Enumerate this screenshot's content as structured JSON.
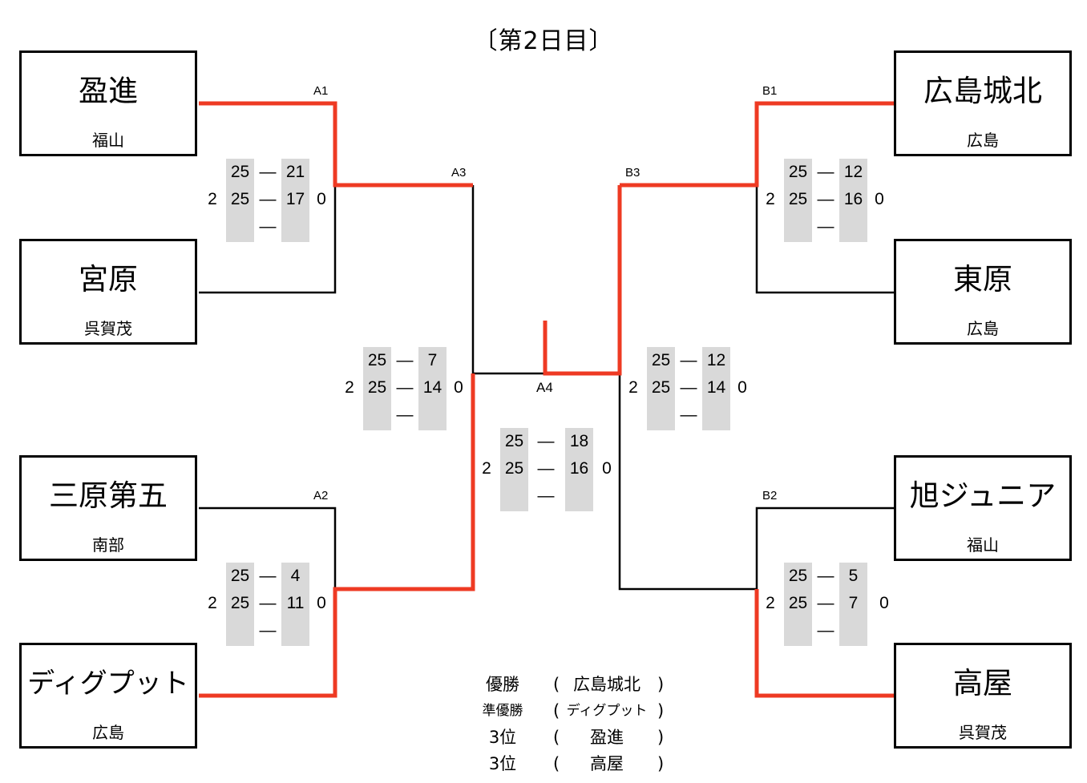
{
  "title": "〔第2日目〕",
  "colors": {
    "winner_line": "#ee3a23",
    "line": "#000000",
    "score_bg": "#d9d9d9"
  },
  "teams": {
    "A_top": {
      "name": "盈進",
      "region": "福山"
    },
    "A_bottom1": {
      "name": "宮原",
      "region": "呉賀茂"
    },
    "A_top2": {
      "name": "三原第五",
      "region": "南部"
    },
    "A_bottom2": {
      "name": "ディグプット",
      "region": "広島"
    },
    "B_top": {
      "name": "広島城北",
      "region": "広島"
    },
    "B_bottom1": {
      "name": "東原",
      "region": "広島"
    },
    "B_top2": {
      "name": "旭ジュニア",
      "region": "福山"
    },
    "B_bottom2": {
      "name": "高屋",
      "region": "呉賀茂"
    }
  },
  "matches": {
    "A1": {
      "label": "A1",
      "win_sets": "2",
      "loss_sets": "0",
      "sets": [
        [
          "25",
          "—",
          "21"
        ],
        [
          "25",
          "—",
          "17"
        ],
        [
          "",
          "—",
          ""
        ]
      ]
    },
    "A2": {
      "label": "A2",
      "win_sets": "2",
      "loss_sets": "0",
      "sets": [
        [
          "25",
          "—",
          "4"
        ],
        [
          "25",
          "—",
          "11"
        ],
        [
          "",
          "—",
          ""
        ]
      ]
    },
    "A3": {
      "label": "A3",
      "win_sets": "2",
      "loss_sets": "0",
      "sets": [
        [
          "25",
          "—",
          "7"
        ],
        [
          "25",
          "—",
          "14"
        ],
        [
          "",
          "—",
          ""
        ]
      ]
    },
    "B1": {
      "label": "B1",
      "win_sets": "2",
      "loss_sets": "0",
      "sets": [
        [
          "25",
          "—",
          "12"
        ],
        [
          "25",
          "—",
          "16"
        ],
        [
          "",
          "—",
          ""
        ]
      ]
    },
    "B2": {
      "label": "B2",
      "win_sets": "2",
      "loss_sets": "0",
      "sets": [
        [
          "25",
          "—",
          "5"
        ],
        [
          "25",
          "—",
          "7"
        ],
        [
          "",
          "—",
          ""
        ]
      ]
    },
    "B3": {
      "label": "B3",
      "win_sets": "2",
      "loss_sets": "0",
      "sets": [
        [
          "25",
          "—",
          "12"
        ],
        [
          "25",
          "—",
          "14"
        ],
        [
          "",
          "—",
          ""
        ]
      ]
    },
    "A4": {
      "label": "A4",
      "win_sets": "2",
      "loss_sets": "0",
      "sets": [
        [
          "25",
          "—",
          "18"
        ],
        [
          "25",
          "—",
          "16"
        ],
        [
          "",
          "—",
          ""
        ]
      ]
    }
  },
  "results": [
    {
      "label": "優勝",
      "open": "(",
      "team": "広島城北",
      "close": ")"
    },
    {
      "label": "準優勝",
      "open": "(",
      "team": "ディグプット",
      "close": ")"
    },
    {
      "label": "3位",
      "open": "(",
      "team": "盈進",
      "close": ")"
    },
    {
      "label": "3位",
      "open": "(",
      "team": "高屋",
      "close": ")"
    }
  ]
}
